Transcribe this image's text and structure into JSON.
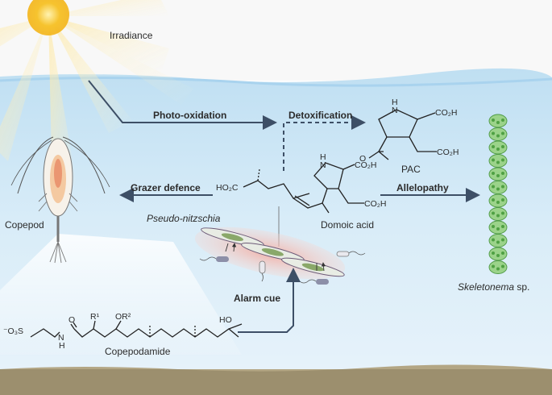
{
  "labels": {
    "irradiance": "Irradiance",
    "photo_oxidation": "Photo-oxidation",
    "detoxification": "Detoxification",
    "grazer_defence": "Grazer defence",
    "allelopathy": "Allelopathy",
    "alarm_cue": "Alarm cue",
    "copepod": "Copepod",
    "pseudo_nitzschia": "Pseudo-nitzschia",
    "domoic_acid": "Domoic acid",
    "pac": "PAC",
    "skeletonema": "Skeletonema",
    "skeletonema_sp": " sp.",
    "copepodamide": "Copepodamide"
  },
  "chem": {
    "co2h": "CO₂H",
    "ho2c": "HO₂C",
    "nh": "H",
    "n": "N",
    "o": "O",
    "ho": "HO",
    "r1": "R¹",
    "or2": "OR²",
    "so3": "⁻O₃S",
    "nh_amide": "H",
    "n_amide": "N"
  },
  "colors": {
    "sky": "#f7f7f7",
    "water_top": "#cfe6f5",
    "water_bottom": "#e8f3fb",
    "sediment": "#9c8f6e",
    "sun": "#f6c32e",
    "arrow": "#3d4f66",
    "diatom_green": "#7cc36b",
    "bloom_red": "#f2b8b0"
  }
}
